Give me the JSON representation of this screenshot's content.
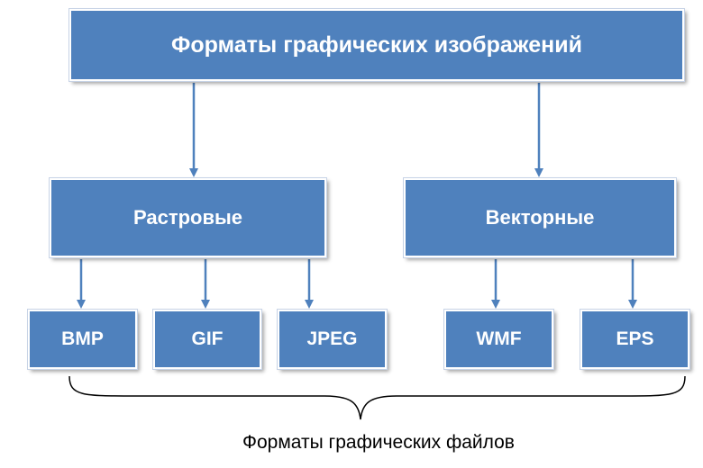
{
  "diagram": {
    "root": "Форматы графических изображений",
    "categories": {
      "raster": "Растровые",
      "vector": "Векторные"
    },
    "formats": {
      "bmp": "BMP",
      "gif": "GIF",
      "jpeg": "JPEG",
      "wmf": "WMF",
      "eps": "EPS"
    },
    "caption": "Форматы графических файлов"
  },
  "colors": {
    "box_fill": "#4f81bd",
    "arrow": "#4f81bd",
    "brace": "#000000"
  }
}
